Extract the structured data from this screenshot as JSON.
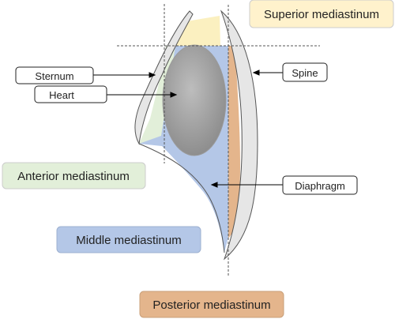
{
  "labels": {
    "superior": "Superior mediastinum",
    "sternum": "Sternum",
    "heart": "Heart",
    "spine": "Spine",
    "anterior": "Anterior mediastinum",
    "diaphragm": "Diaphragm",
    "middle": "Middle mediastinum",
    "posterior": "Posterior mediastinum"
  },
  "colors": {
    "superior": "#FBF0C0",
    "anterior": "#E2EFD9",
    "middle": "#B4C7E7",
    "posterior": "#E4B58C",
    "heart": "#A6A6A6",
    "bone": "#E6E6E6"
  }
}
